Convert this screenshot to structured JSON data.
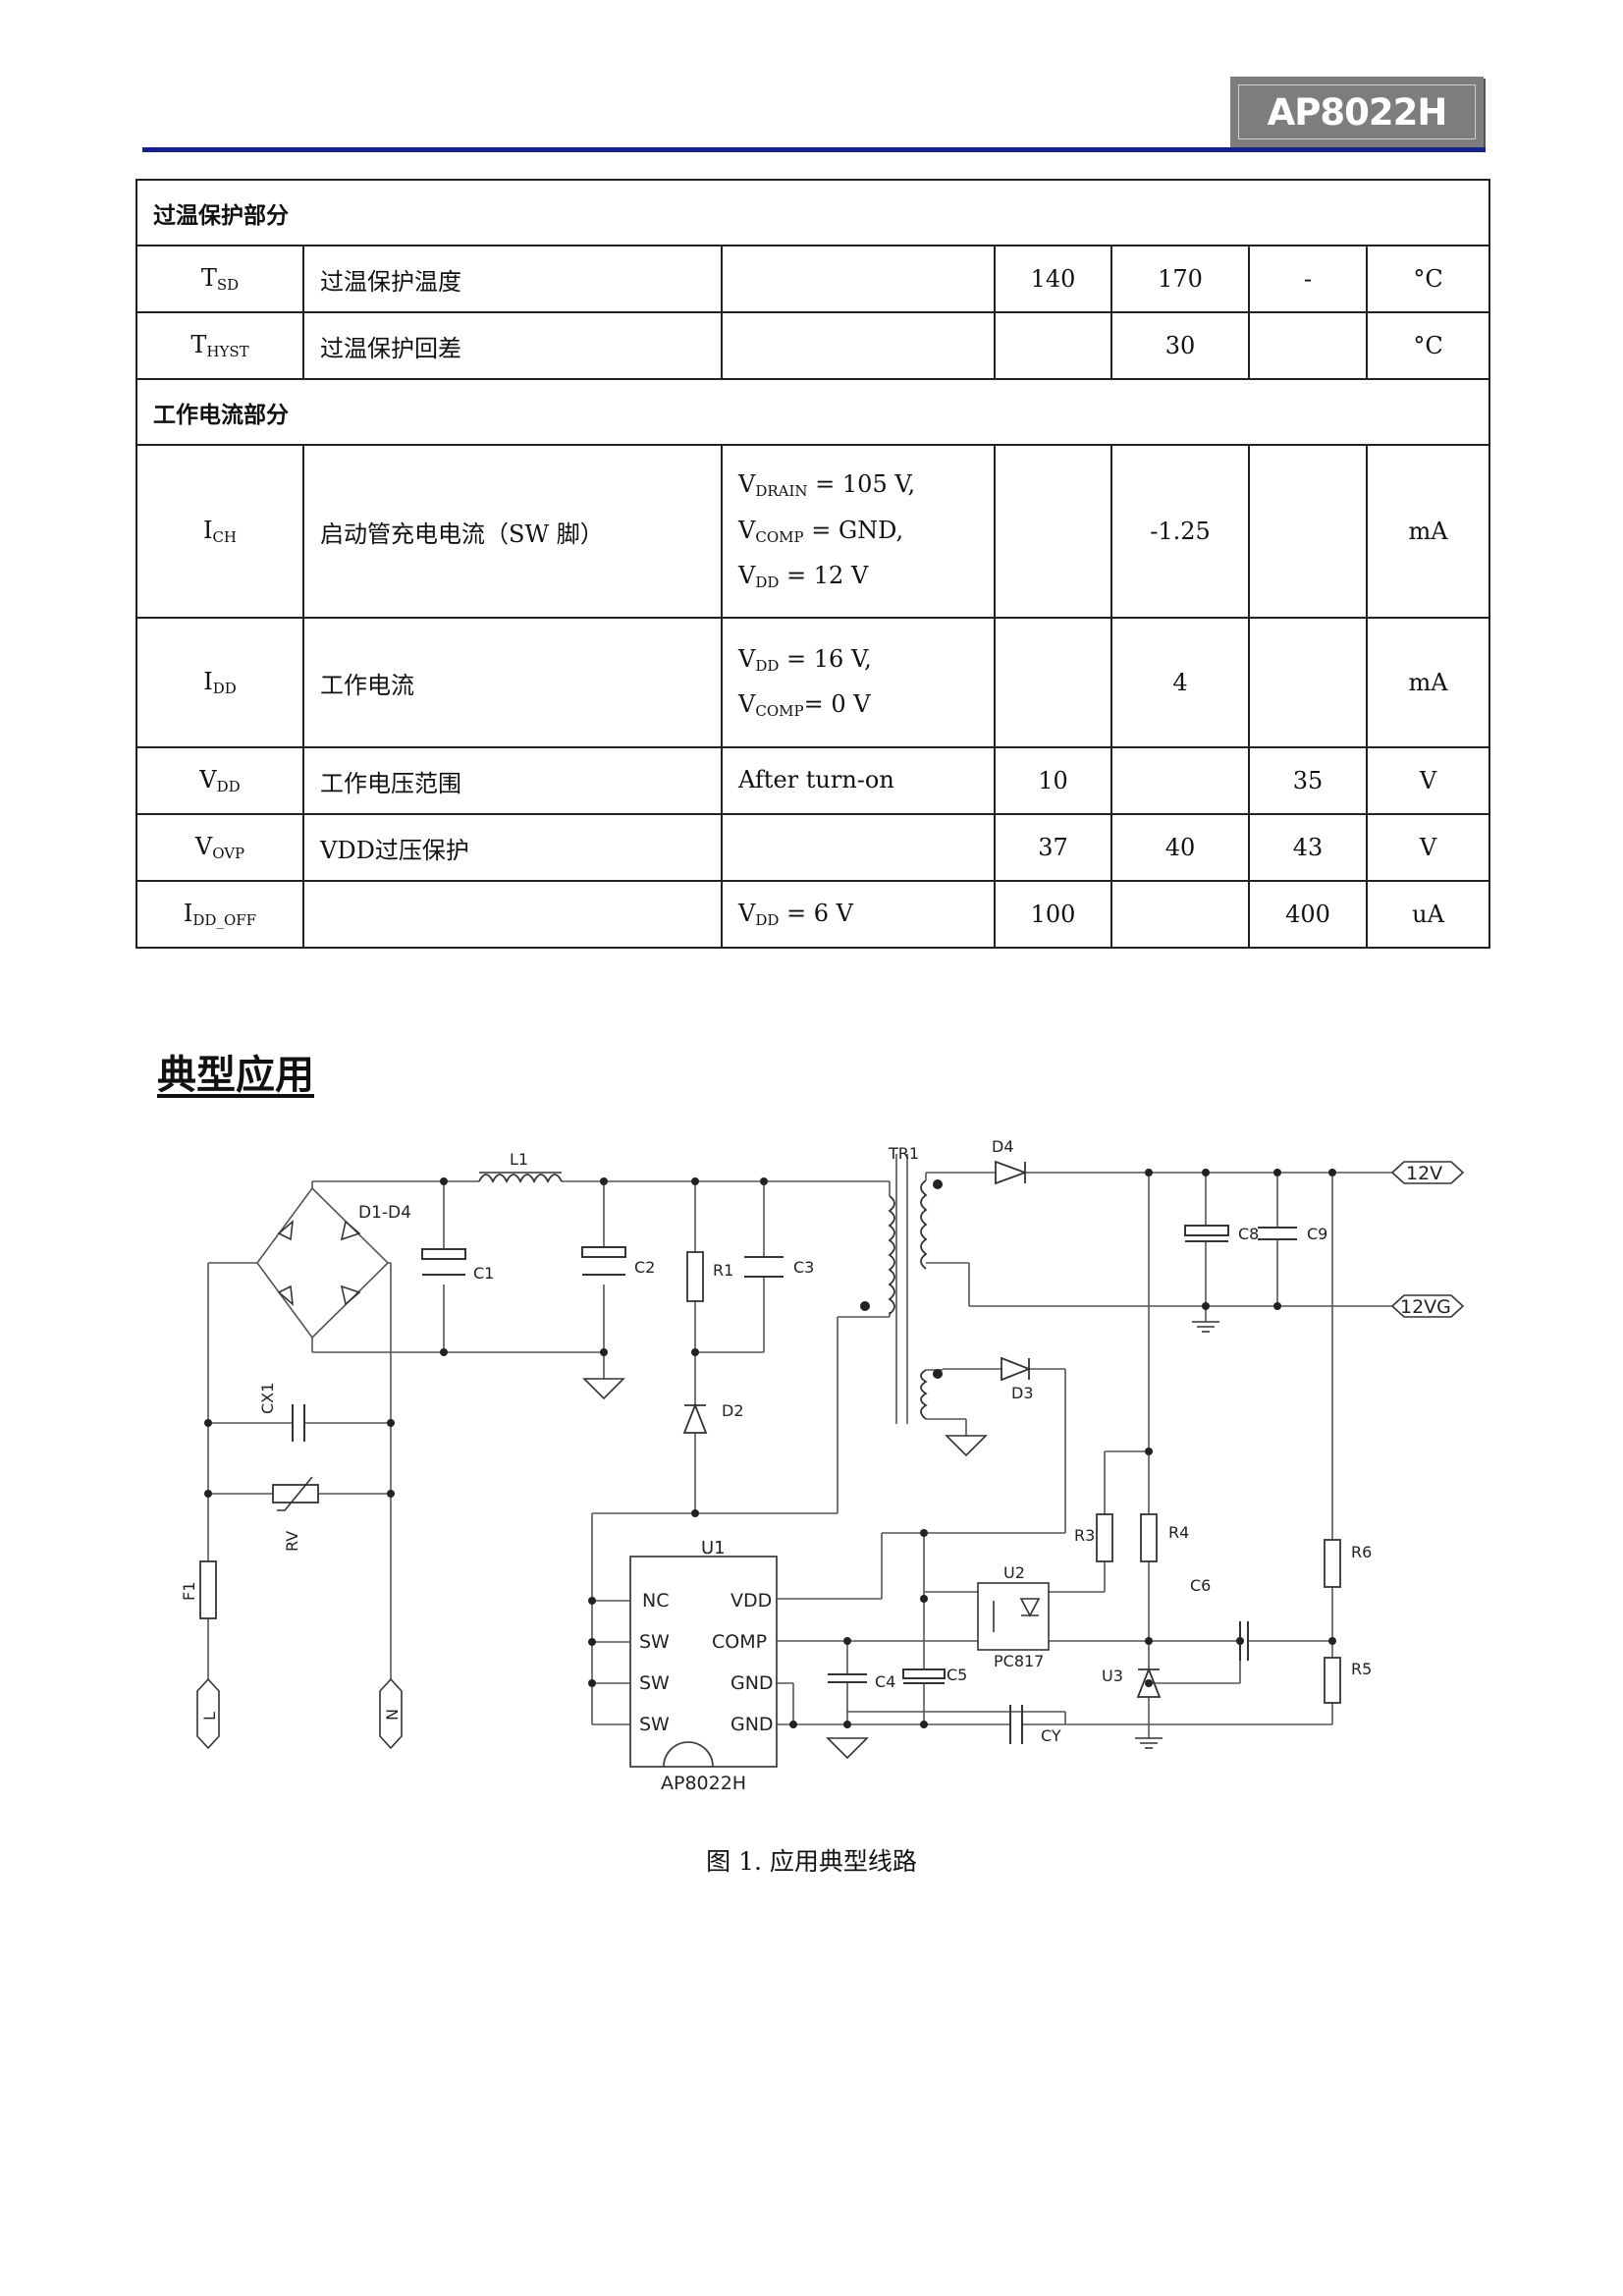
{
  "header": {
    "part_number": "AP8022H"
  },
  "table": {
    "sections": [
      {
        "title": "过温保护部分",
        "rows": [
          {
            "sym": "T",
            "sub": "SD",
            "param": "过温保护温度",
            "cond": [],
            "min": "140",
            "typ": "170",
            "max": "-",
            "unit": "°C"
          },
          {
            "sym": "T",
            "sub": "HYST",
            "param": "过温保护回差",
            "cond": [],
            "min": "",
            "typ": "30",
            "max": "",
            "unit": "°C"
          }
        ]
      },
      {
        "title": "工作电流部分",
        "rows": [
          {
            "sym": "I",
            "sub": "CH",
            "param": "启动管充电电流（SW 脚）",
            "cond": [
              {
                "v": "V",
                "s": "DRAIN",
                "t": " = 105 V,"
              },
              {
                "v": "V",
                "s": "COMP",
                "t": " = GND,"
              },
              {
                "v": "V",
                "s": "DD",
                "t": " = 12 V"
              }
            ],
            "min": "",
            "typ": "-1.25",
            "max": "",
            "unit": "mA"
          },
          {
            "sym": "I",
            "sub": "DD",
            "param": "工作电流",
            "cond": [
              {
                "v": "V",
                "s": "DD",
                "t": " = 16 V,"
              },
              {
                "v": "V",
                "s": "COMP",
                "t": "= 0 V"
              }
            ],
            "min": "",
            "typ": "4",
            "max": "",
            "unit": "mA"
          },
          {
            "sym": "V",
            "sub": "DD",
            "param": "工作电压范围",
            "cond": [
              {
                "v": "",
                "s": "",
                "t": "After turn-on"
              }
            ],
            "min": "10",
            "typ": "",
            "max": "35",
            "unit": "V"
          },
          {
            "sym": "V",
            "sub": "OVP",
            "param": "VDD过压保护",
            "cond": [],
            "min": "37",
            "typ": "40",
            "max": "43",
            "unit": "V"
          },
          {
            "sym": "I",
            "sub": "DD_OFF",
            "param": "",
            "cond": [
              {
                "v": "V",
                "s": "DD",
                "t": " = 6 V"
              }
            ],
            "min": "100",
            "typ": "",
            "max": "400",
            "unit": "uA"
          }
        ]
      }
    ]
  },
  "application": {
    "title": "典型应用",
    "caption": "图 1. 应用典型线路",
    "labels": {
      "L1": "L1",
      "D1D4": "D1-D4",
      "C1": "C1",
      "C2": "C2",
      "R1": "R1",
      "C3": "C3",
      "TR1": "TR1",
      "D4": "D4",
      "C8": "C8",
      "C9": "C9",
      "out12v": "12V",
      "out12vg": "12VG",
      "D2": "D2",
      "D3": "D3",
      "CX1": "CX1",
      "RV": "RV",
      "F1": "F1",
      "L": "L",
      "N": "N",
      "U1": "U1",
      "R3": "R3",
      "R4": "R4",
      "U2": "U2",
      "PC817": "PC817",
      "C6": "C6",
      "R6": "R6",
      "R5": "R5",
      "U3": "U3",
      "C4": "C4",
      "C5": "C5",
      "CY": "CY",
      "chip": "AP8022H",
      "pins": [
        "NC",
        "SW",
        "SW",
        "SW",
        "VDD",
        "COMP",
        "GND",
        "GND"
      ]
    }
  }
}
